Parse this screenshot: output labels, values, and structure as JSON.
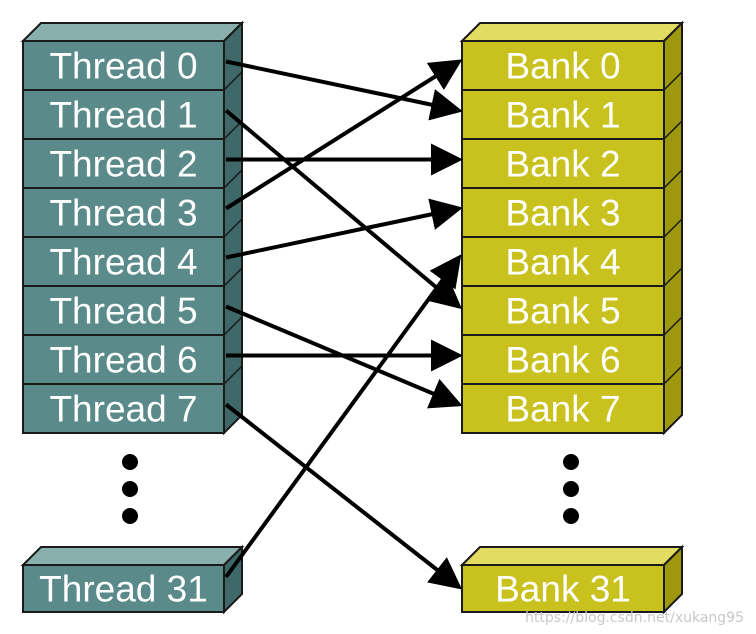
{
  "threads": [
    "Thread 0",
    "Thread 1",
    "Thread 2",
    "Thread 3",
    "Thread 4",
    "Thread 5",
    "Thread 6",
    "Thread 7"
  ],
  "thread_last": "Thread 31",
  "banks": [
    "Bank 0",
    "Bank 1",
    "Bank 2",
    "Bank 3",
    "Bank 4",
    "Bank 5",
    "Bank 6",
    "Bank 7"
  ],
  "bank_last": "Bank 31",
  "mapping": [
    {
      "thread": "Thread 0",
      "bank": "Bank 1"
    },
    {
      "thread": "Thread 1",
      "bank": "Bank 5"
    },
    {
      "thread": "Thread 2",
      "bank": "Bank 2"
    },
    {
      "thread": "Thread 3",
      "bank": "Bank 0"
    },
    {
      "thread": "Thread 4",
      "bank": "Bank 3"
    },
    {
      "thread": "Thread 5",
      "bank": "Bank 7"
    },
    {
      "thread": "Thread 6",
      "bank": "Bank 6"
    },
    {
      "thread": "Thread 7",
      "bank": "Bank 31"
    },
    {
      "thread": "Thread 31",
      "bank": "Bank 4"
    }
  ],
  "watermark": "https://blog.csdn.net/xukang95",
  "colors": {
    "thread_face": "#5a8a8a",
    "thread_top": "#8ab0ad",
    "thread_side": "#3f6868",
    "bank_face": "#c9c21e",
    "bank_top": "#e2dc62",
    "bank_side": "#9e980f",
    "outline": "#1a1a1a",
    "arrow": "#000000"
  }
}
